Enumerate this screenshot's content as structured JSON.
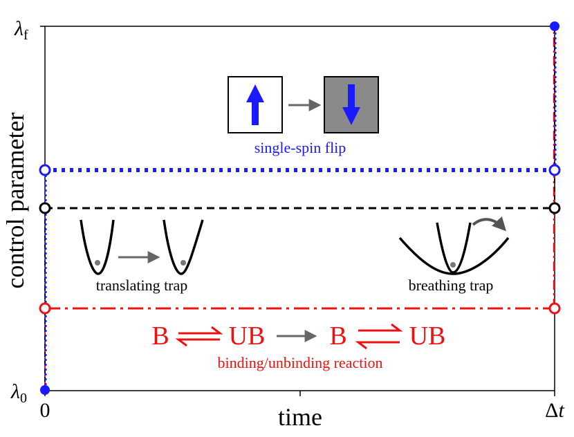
{
  "axes": {
    "y_top_label_main": "λ",
    "y_top_label_sub": "f",
    "y_bottom_label_main": "λ",
    "y_bottom_label_sub": "0",
    "x_left_label": "0",
    "x_right_label_main": "Δ",
    "x_right_label_sub": "t",
    "x_title": "time",
    "y_title": "control parameter"
  },
  "protocols": [
    {
      "name": "single-spin flip",
      "color": "#1a1aff",
      "style": "dotted"
    },
    {
      "name": "translating/breathing trap",
      "color": "#000000",
      "style": "dashed"
    },
    {
      "name": "binding/unbinding reaction",
      "color": "#ee1111",
      "style": "dash-dot"
    }
  ],
  "captions": {
    "spin": "single-spin flip",
    "translating": "translating trap",
    "breathing": "breathing trap",
    "reaction": "binding/unbinding reaction"
  },
  "reaction": {
    "left_a": "B",
    "left_b": "UB",
    "right_a": "B",
    "right_b": "UB"
  },
  "colors": {
    "blue": "#1a1aff",
    "red": "#ee1111",
    "gray_box": "#8a8a8a",
    "arrow_gray": "#666666"
  }
}
